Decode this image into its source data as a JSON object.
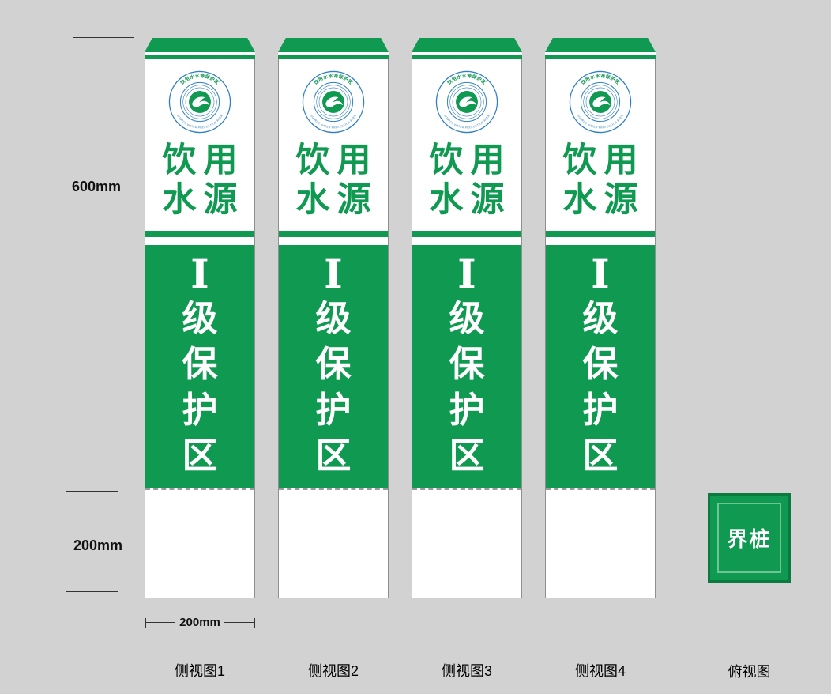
{
  "colors": {
    "green": "#0f9951",
    "blue": "#2e7fc4",
    "background": "#d2d2d2"
  },
  "pillar": {
    "logo_top_text": "饮用水水源保护区",
    "logo_bottom_text": "SOURCE WATER PROTECTION AREA",
    "title_line1": "饮用",
    "title_line2": "水源",
    "zone_chars": [
      "I",
      "级",
      "保",
      "护",
      "区"
    ]
  },
  "dimensions": {
    "height": "600mm",
    "buried": "200mm",
    "width": "200mm"
  },
  "top_view": {
    "label": "界桩"
  },
  "captions": {
    "side_views": [
      "侧视图1",
      "侧视图2",
      "侧视图3",
      "侧视图4"
    ],
    "top_view": "俯视图"
  }
}
